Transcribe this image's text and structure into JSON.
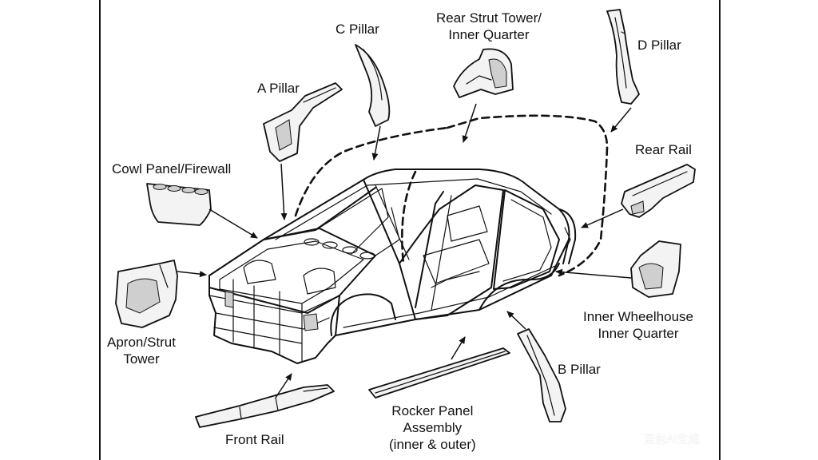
{
  "labels": {
    "c_pillar": "C Pillar",
    "rear_strut_tower": "Rear Strut Tower/\nInner Quarter",
    "d_pillar": "D Pillar",
    "a_pillar": "A Pillar",
    "rear_rail": "Rear Rail",
    "cowl_panel": "Cowl Panel/Firewall",
    "apron_strut_tower": "Apron/Strut\nTower",
    "inner_wheelhouse": "Inner Wheelhouse\nInner Quarter",
    "b_pillar": "B Pillar",
    "rocker_panel": "Rocker Panel\nAssembly\n(inner & outer)",
    "front_rail": "Front Rail"
  },
  "watermark": "豆包AI生成"
}
